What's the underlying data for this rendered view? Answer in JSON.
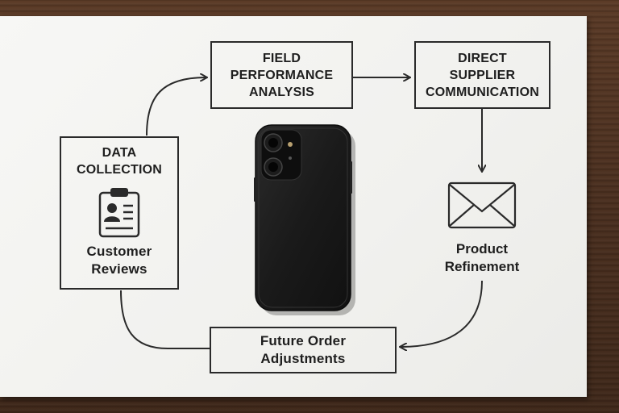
{
  "diagram": {
    "field_box": {
      "line1": "FIELD",
      "line2": "PERFORMANCE",
      "line3": "ANALYSIS"
    },
    "direct_box": {
      "line1": "DIRECT",
      "line2": "SUPPLIER",
      "line3": "COMMUNICATION"
    },
    "data_box": {
      "title_line1": "DATA",
      "title_line2": "COLLECTION",
      "icon": "clipboard-icon",
      "sub_line1": "Customer",
      "sub_line2": "Reviews"
    },
    "product_refinement": {
      "line1": "Product",
      "line2": "Refinement",
      "icon": "envelope-icon"
    },
    "future_box": {
      "line1": "Future Order",
      "line2": "Adjustments"
    },
    "center_image": "phone-case-image"
  },
  "colors": {
    "ink": "#2a2a2a",
    "paper": "#f4f4f2",
    "wood": "#4a2f1f",
    "phone_case": "#1a1a1a"
  }
}
